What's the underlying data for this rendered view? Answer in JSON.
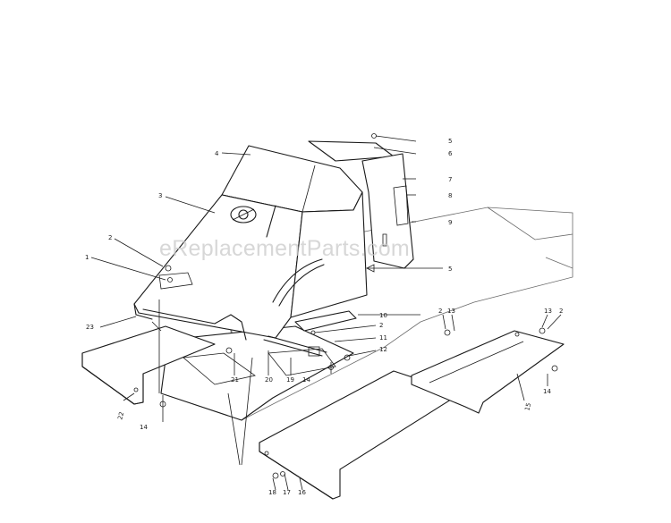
{
  "watermark": "eReplacementParts.com",
  "part_labels": [
    "5",
    "6",
    "4",
    "7",
    "8",
    "3",
    "9",
    "2",
    "1",
    "5",
    "10",
    "2",
    "13",
    "13",
    "2",
    "23",
    "2",
    "11",
    "12",
    "21",
    "20",
    "19",
    "14",
    "22",
    "14",
    "15",
    "14",
    "18",
    "17",
    "16"
  ],
  "colors": {
    "line": "#1a1a1a",
    "watermark": "#c9c9c9",
    "background": "#ffffff"
  }
}
